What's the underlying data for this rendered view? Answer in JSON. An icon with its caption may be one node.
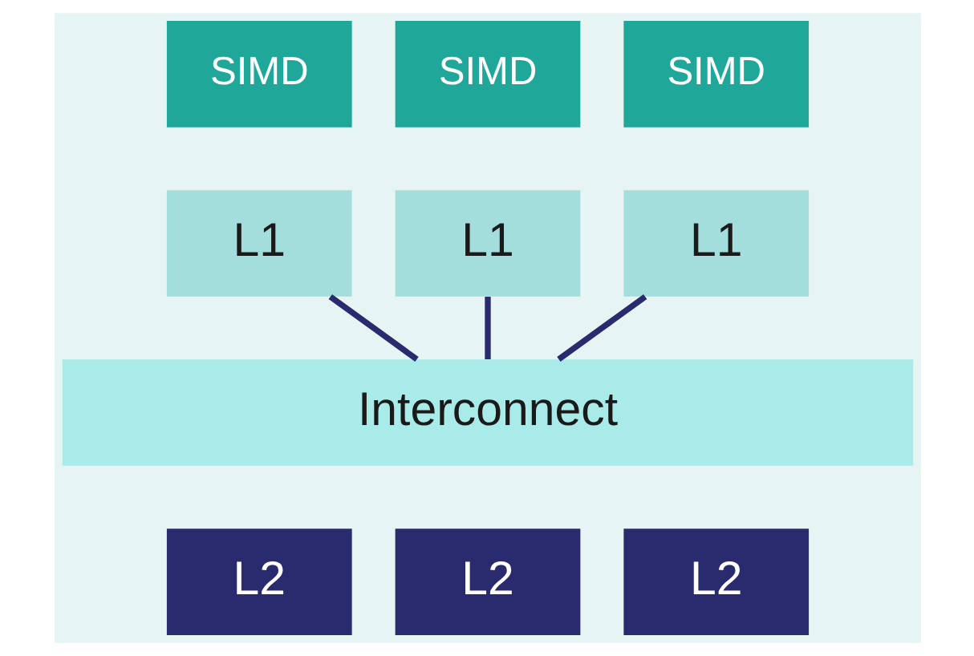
{
  "diagram": {
    "nodes": [
      {
        "text": [
          "SIMD"
        ]
      },
      {
        "text": [
          "SIMD"
        ]
      },
      {
        "text": [
          "SIMD"
        ]
      },
      {
        "text": [
          "L1"
        ]
      },
      {
        "text": [
          "L1"
        ]
      },
      {
        "text": [
          "L1"
        ]
      },
      {
        "text": [
          "Interconnect"
        ]
      },
      {
        "text": [
          "L2"
        ]
      },
      {
        "text": [
          "L2"
        ]
      },
      {
        "text": [
          "L2"
        ]
      }
    ],
    "edges": [
      {
        "from": 3,
        "to": 6,
        "arrow": "none"
      },
      {
        "from": 4,
        "to": 6,
        "arrow": "none"
      },
      {
        "from": 5,
        "to": 6,
        "arrow": "none"
      }
    ]
  }
}
